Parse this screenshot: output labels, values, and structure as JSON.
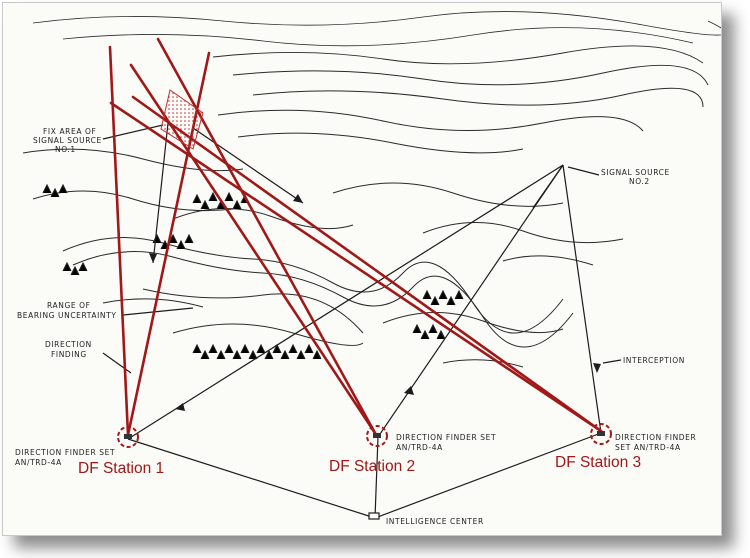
{
  "labels": {
    "fix_area": [
      "FIX AREA OF",
      "SIGNAL SOURCE",
      "NO.1"
    ],
    "signal_source_2": [
      "SIGNAL SOURCE",
      "NO.2"
    ],
    "range_bearing": [
      "RANGE OF",
      "BEARING UNCERTAINTY"
    ],
    "direction_finding": [
      "DIRECTION",
      "FINDING"
    ],
    "interception": "INTERCEPTION",
    "df_set_left": [
      "DIRECTION FINDER SET",
      "AN/TRD-4A"
    ],
    "df_set_mid": [
      "DIRECTION FINDER SET",
      "AN/TRD-4A"
    ],
    "df_set_right": [
      "DIRECTION FINDER",
      "SET AN/TRD-4A"
    ],
    "intelligence_center": "INTELLIGENCE CENTER"
  },
  "stations": [
    "DF Station 1",
    "DF Station 2",
    "DF Station 3"
  ],
  "colors": {
    "bearing_line": "#a01818",
    "fix_area": "#c03030",
    "sketch": "#1c1c1c"
  }
}
